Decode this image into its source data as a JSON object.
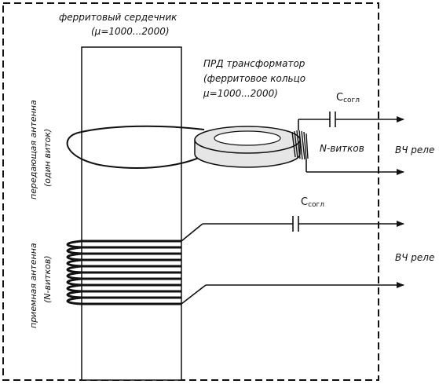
{
  "labels": {
    "core_line1": "ферритовый сердечник",
    "core_line2": "(µ=1000...2000)",
    "transformer_line1": "ПРД трансформатор",
    "transformer_line2": "(ферритовое кольцо",
    "transformer_line3": "µ=1000...2000)",
    "n_turns": "N-витков",
    "rf_relay_1": "ВЧ реле",
    "rf_relay_2": "ВЧ реле",
    "cap_main_1": "C",
    "cap_sub_1": "согл",
    "cap_main_2": "C",
    "cap_sub_2": "согл",
    "tx_antenna_line1": "передающая антенна",
    "tx_antenna_line2": "(один виток)",
    "rx_antenna_line1": "приемная антенна",
    "rx_antenna_line2": "(N-витков)"
  },
  "colors": {
    "stroke": "#111111",
    "ring_fill": "#e6e6e6",
    "ring_hole": "#ffffff"
  }
}
